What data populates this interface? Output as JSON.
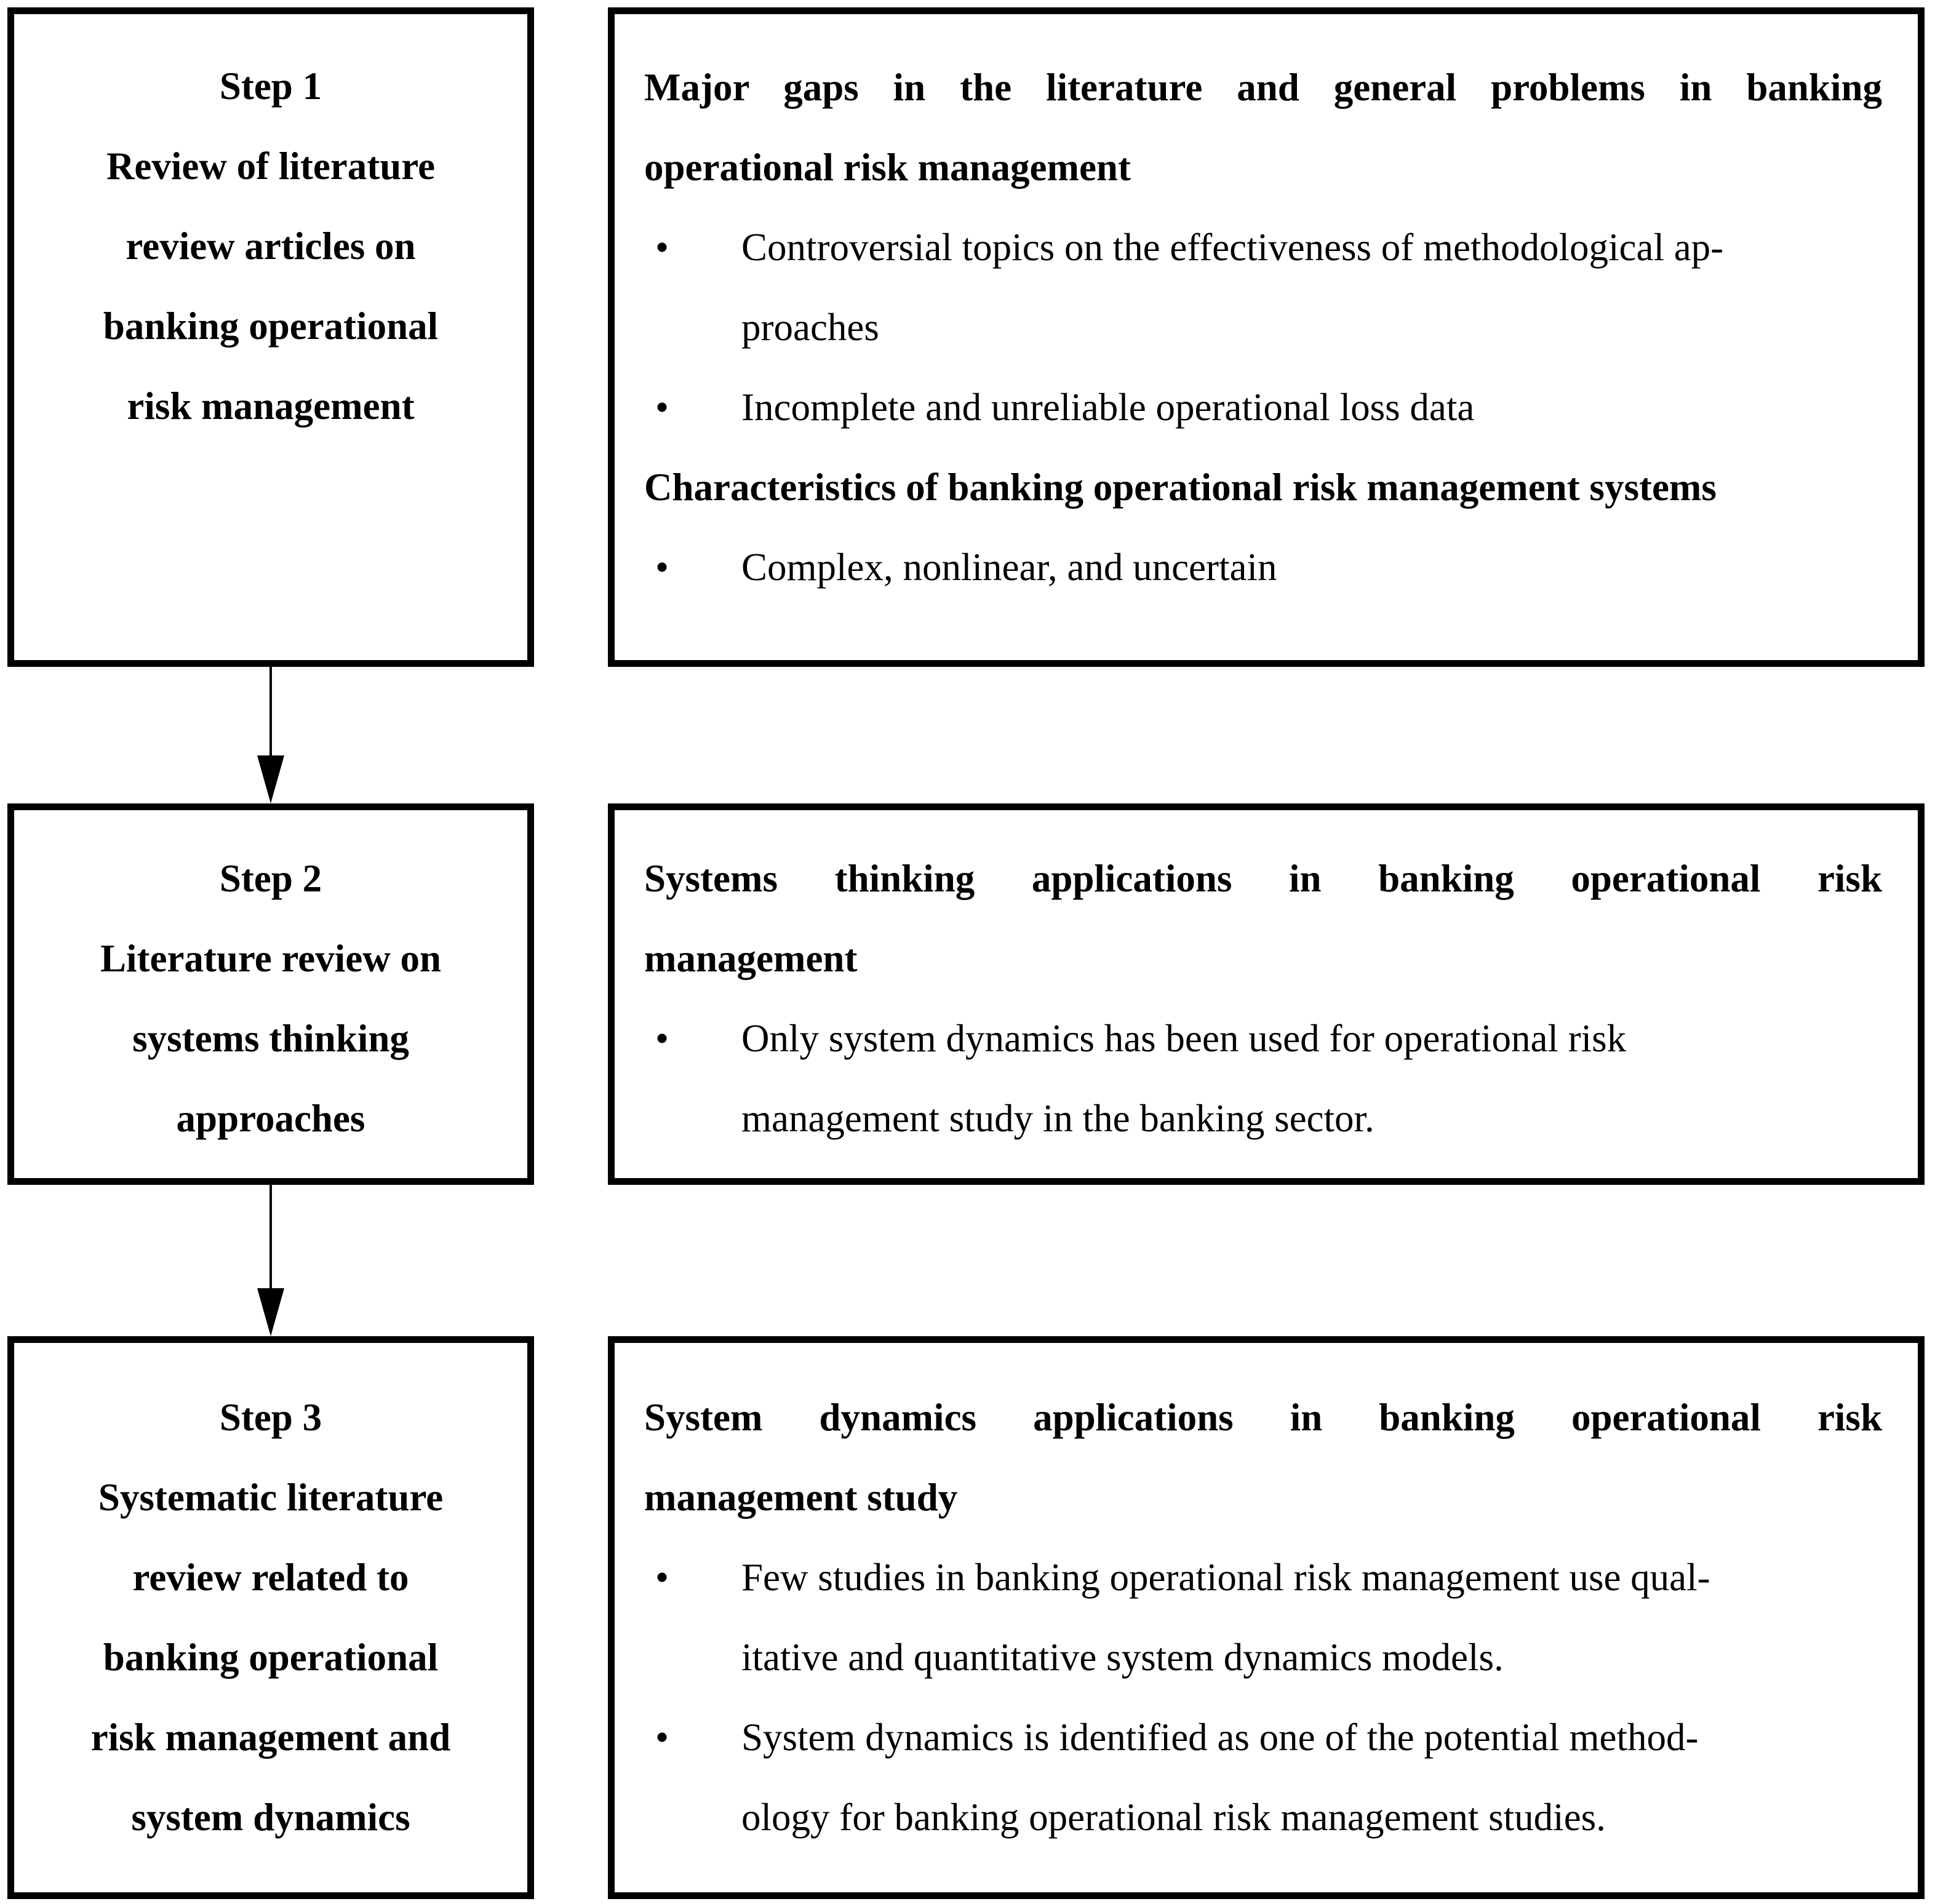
{
  "figure": {
    "background": "#ffffff",
    "line_color": "#000000",
    "bullet_glyph": "•",
    "rows": [
      {
        "step": {
          "lines": [
            "Step 1",
            "Review of literature",
            "review articles on",
            "banking operational",
            "risk management"
          ]
        },
        "panel": {
          "blocks": [
            {
              "type": "heading",
              "lines": [
                "Major gaps in the literature and general problems in banking",
                "operational risk management"
              ]
            },
            {
              "type": "bullet",
              "lines": [
                "Controversial topics on the effectiveness of methodological ap-",
                "proaches"
              ]
            },
            {
              "type": "bullet",
              "lines": [
                "Incomplete and unreliable operational loss data"
              ]
            },
            {
              "type": "heading",
              "lines": [
                "Characteristics of banking operational risk management systems"
              ]
            },
            {
              "type": "bullet",
              "lines": [
                "Complex, nonlinear, and uncertain"
              ]
            }
          ]
        }
      },
      {
        "step": {
          "lines": [
            "Step 2",
            "Literature review on",
            "systems thinking",
            "approaches"
          ]
        },
        "panel": {
          "blocks": [
            {
              "type": "heading",
              "lines": [
                "Systems thinking applications in banking operational risk",
                "management"
              ]
            },
            {
              "type": "bullet",
              "lines": [
                "Only system dynamics has been used for operational risk",
                "management study in the banking sector."
              ]
            }
          ]
        }
      },
      {
        "step": {
          "lines": [
            "Step 3",
            "Systematic literature",
            "review related to",
            "banking operational",
            "risk management and",
            "system dynamics"
          ]
        },
        "panel": {
          "blocks": [
            {
              "type": "heading",
              "lines": [
                "System dynamics applications in banking operational risk",
                "management study"
              ]
            },
            {
              "type": "bullet",
              "lines": [
                "Few studies in banking operational risk management use qual-",
                "itative and quantitative system dynamics models."
              ]
            },
            {
              "type": "bullet",
              "lines": [
                "System dynamics is identified as one of the potential method-",
                "ology for banking operational risk management studies."
              ]
            }
          ]
        }
      }
    ]
  }
}
